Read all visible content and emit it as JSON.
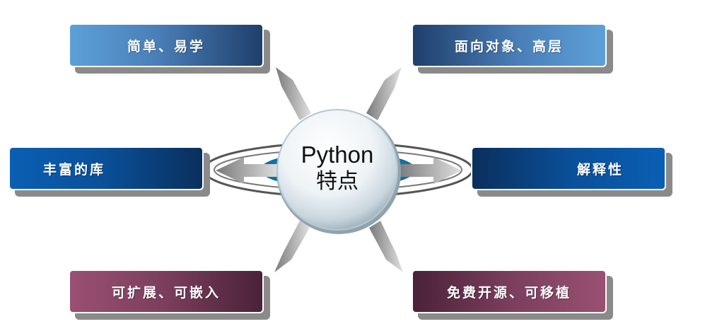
{
  "center": {
    "title": "Python",
    "subtitle": "特点"
  },
  "features": {
    "top_left": "简单、易学",
    "top_right": "面向对象、高层",
    "middle_left": "丰富的库",
    "middle_right": "解释性",
    "bottom_left": "可扩展、可嵌入",
    "bottom_right": "免费开源、可移植"
  },
  "colors": {
    "light_blue": "#5da0d8",
    "dark_blue": "#0a4f98",
    "purple": "#7a3e5c",
    "shadow": "#8a8a8a",
    "arrow": "#9a9a9a"
  }
}
